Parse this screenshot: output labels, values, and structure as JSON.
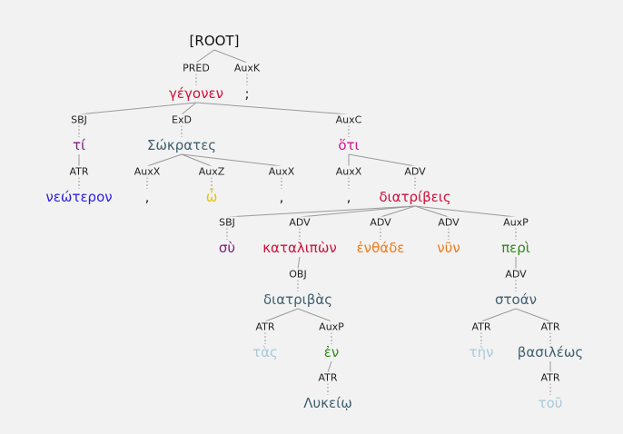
{
  "colors": {
    "crimson": "#d0103a",
    "purple": "#7a1f7a",
    "blue": "#2a1fe0",
    "slate": "#3f5f6e",
    "yellow": "#e8c20a",
    "black": "#222222",
    "magenta": "#d0168c",
    "orange": "#f07a18",
    "green": "#2f8a1a",
    "lightblue": "#a9c9d8"
  },
  "root": {
    "label": "[ROOT]"
  },
  "nodes": [
    {
      "id": "n1",
      "word": "γέγονεν",
      "rel": "PRED",
      "parent": "root",
      "color": "crimson"
    },
    {
      "id": "n2",
      "word": ";",
      "rel": "AuxK",
      "parent": "root",
      "color": "black"
    },
    {
      "id": "n3",
      "word": "τί",
      "rel": "SBJ",
      "parent": "n1",
      "color": "purple"
    },
    {
      "id": "n4",
      "word": "Σώκρατες",
      "rel": "ExD",
      "parent": "n1",
      "color": "slate"
    },
    {
      "id": "n5",
      "word": "ὅτι",
      "rel": "AuxC",
      "parent": "n1",
      "color": "magenta"
    },
    {
      "id": "n6",
      "word": "νεώτερον",
      "rel": "ATR",
      "parent": "n3",
      "color": "blue"
    },
    {
      "id": "n7",
      "word": ",",
      "rel": "AuxX",
      "parent": "n4",
      "color": "black"
    },
    {
      "id": "n8",
      "word": "ὦ",
      "rel": "AuxZ",
      "parent": "n4",
      "color": "yellow"
    },
    {
      "id": "n9",
      "word": ",",
      "rel": "AuxX",
      "parent": "n4",
      "color": "black"
    },
    {
      "id": "n10",
      "word": ",",
      "rel": "AuxX",
      "parent": "n5",
      "color": "black"
    },
    {
      "id": "n11",
      "word": "διατρίβεις",
      "rel": "ADV",
      "parent": "n5",
      "color": "crimson"
    },
    {
      "id": "n12",
      "word": "σὺ",
      "rel": "SBJ",
      "parent": "n11",
      "color": "purple"
    },
    {
      "id": "n13",
      "word": "καταλιπὼν",
      "rel": "ADV",
      "parent": "n11",
      "color": "crimson"
    },
    {
      "id": "n14",
      "word": "ἐνθάδε",
      "rel": "ADV",
      "parent": "n11",
      "color": "orange"
    },
    {
      "id": "n15",
      "word": "νῦν",
      "rel": "ADV",
      "parent": "n11",
      "color": "orange"
    },
    {
      "id": "n16",
      "word": "περὶ",
      "rel": "AuxP",
      "parent": "n11",
      "color": "green"
    },
    {
      "id": "n17",
      "word": "διατριβὰς",
      "rel": "OBJ",
      "parent": "n13",
      "color": "slate"
    },
    {
      "id": "n18",
      "word": "στοάν",
      "rel": "ADV",
      "parent": "n16",
      "color": "slate"
    },
    {
      "id": "n19",
      "word": "τὰς",
      "rel": "ATR",
      "parent": "n17",
      "color": "lightblue"
    },
    {
      "id": "n20",
      "word": "ἐν",
      "rel": "AuxP",
      "parent": "n17",
      "color": "green"
    },
    {
      "id": "n21",
      "word": "τὴν",
      "rel": "ATR",
      "parent": "n18",
      "color": "lightblue"
    },
    {
      "id": "n22",
      "word": "βασιλέως",
      "rel": "ATR",
      "parent": "n18",
      "color": "slate"
    },
    {
      "id": "n23",
      "word": "Λυκείῳ",
      "rel": "ATR",
      "parent": "n20",
      "color": "slate"
    },
    {
      "id": "n24",
      "word": "τοῦ",
      "rel": "ATR",
      "parent": "n22",
      "color": "lightblue"
    }
  ]
}
